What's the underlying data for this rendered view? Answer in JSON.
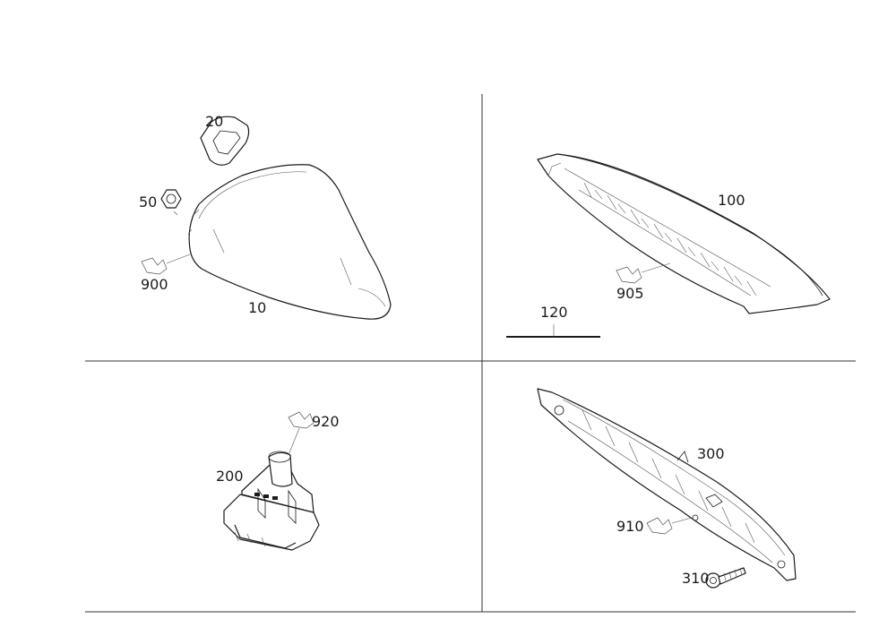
{
  "panels": {
    "top_left": {
      "labels": {
        "cover": "10",
        "seal": "20",
        "nut": "50",
        "connector": "900"
      }
    },
    "top_right": {
      "labels": {
        "lamp": "100",
        "connector": "905",
        "scale": "120"
      }
    },
    "bottom_left": {
      "labels": {
        "socket": "200",
        "connector": "920"
      }
    },
    "bottom_right": {
      "labels": {
        "light_bar": "300",
        "screw": "310",
        "connector": "910"
      }
    }
  }
}
